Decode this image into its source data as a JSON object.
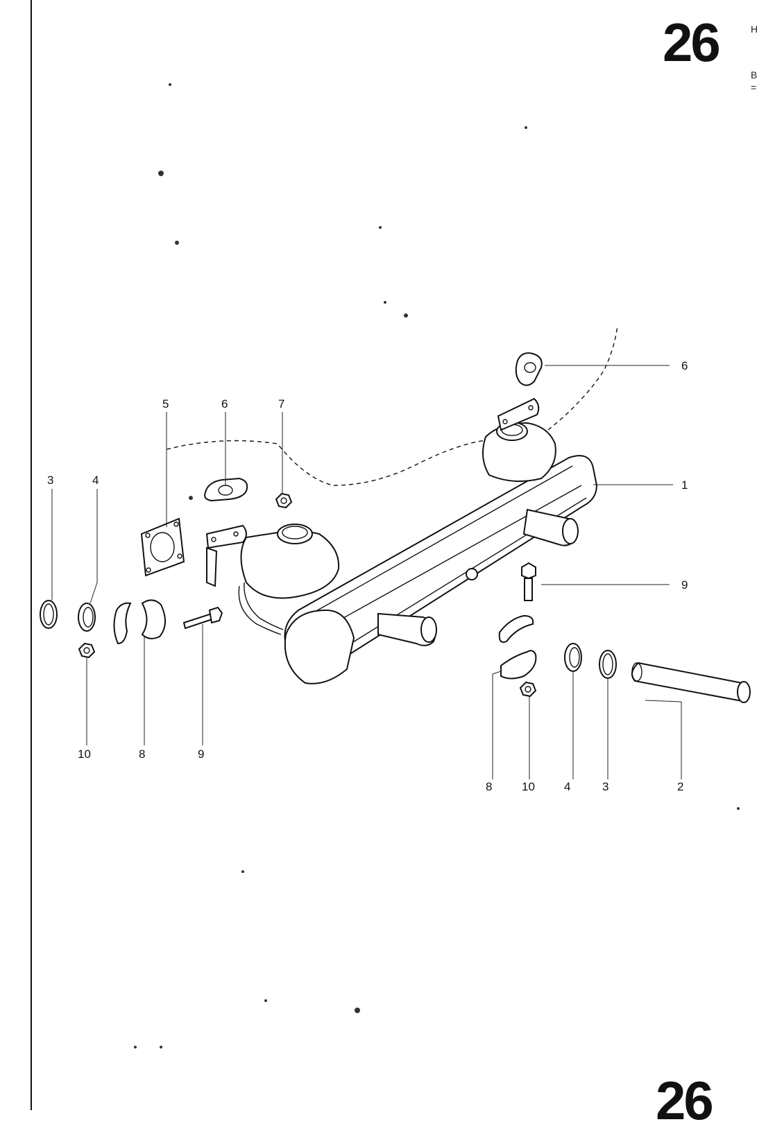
{
  "header": {
    "page_number": "26",
    "side_text_1": "H",
    "side_text_2": "B",
    "side_text_3": "="
  },
  "footer": {
    "page_number_partial": "26"
  },
  "callouts": {
    "c1": "1",
    "c2": "2",
    "c3_left": "3",
    "c3_right": "3",
    "c4_left": "4",
    "c4_right": "4",
    "c5": "5",
    "c6_top": "6",
    "c6_right": "6",
    "c7": "7",
    "c8_left": "8",
    "c8_right": "8",
    "c9_left": "9",
    "c9_right": "9",
    "c10_left": "10",
    "c10_right": "10"
  }
}
